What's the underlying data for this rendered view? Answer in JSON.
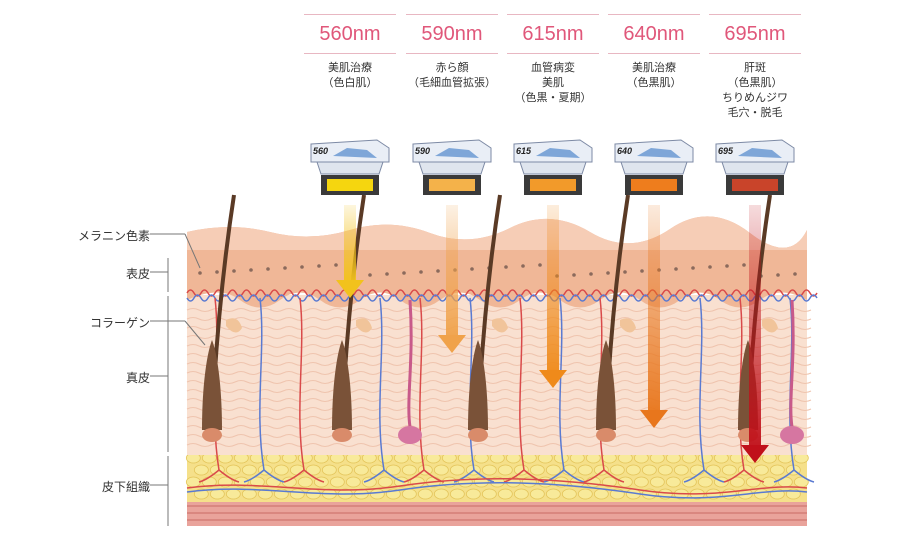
{
  "wavelengths": [
    {
      "label": "560nm",
      "code": "560",
      "uses": [
        "美肌治療",
        "（色白肌）"
      ],
      "filter_color": "#f5d60f",
      "beam_color": "#f2c21c"
    },
    {
      "label": "590nm",
      "code": "590",
      "uses": [
        "赤ら顔",
        "（毛細血管拡張）"
      ],
      "filter_color": "#f4b24a",
      "beam_color": "#f0a24a"
    },
    {
      "label": "615nm",
      "code": "615",
      "uses": [
        "血管病変",
        "美肌",
        "（色黒・夏期）"
      ],
      "filter_color": "#f29a2a",
      "beam_color": "#ef8a1a"
    },
    {
      "label": "640nm",
      "code": "640",
      "uses": [
        "美肌治療",
        "（色黒肌）"
      ],
      "filter_color": "#ee7d1d",
      "beam_color": "#e8761c"
    },
    {
      "label": "695nm",
      "code": "695",
      "uses": [
        "肝斑",
        "（色黒肌）",
        "ちりめんジワ",
        "毛穴・脱毛"
      ],
      "filter_color": "#c9442a",
      "beam_color": "#c0101a"
    }
  ],
  "layers": [
    {
      "key": "melanin",
      "label": "メラニン色素"
    },
    {
      "key": "epidermis",
      "label": "表皮"
    },
    {
      "key": "collagen",
      "label": "コラーゲン"
    },
    {
      "key": "dermis",
      "label": "真皮"
    },
    {
      "key": "subcutis",
      "label": "皮下組織"
    }
  ],
  "colors": {
    "accent": "#e0577a",
    "skin_top": "#f3c2a8",
    "dermis": "#f8dccb",
    "fat": "#f3df7d",
    "muscle": "#e59a93",
    "hair": "#5a3a25"
  }
}
